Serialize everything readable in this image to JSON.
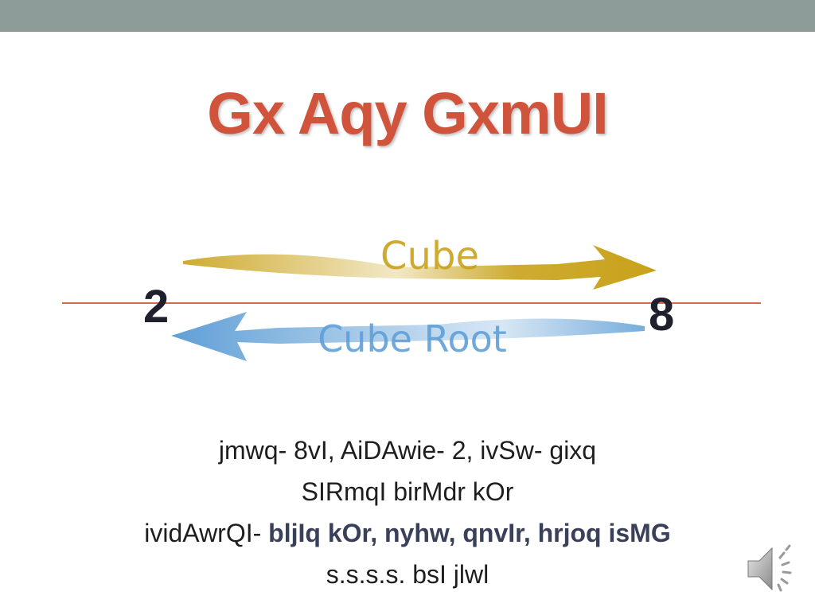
{
  "slide": {
    "title": "Gx Aqy GxmUI"
  },
  "graphic": {
    "forward_label": "Cube",
    "backward_label": "Cube Root",
    "left_number": "2",
    "right_number": "8",
    "forward_color": "#c9a21a",
    "backward_color": "#5f9fd6",
    "line_color": "#d86a4a"
  },
  "body": {
    "line1": "jmwq- 8vI, AiDAwie- 2, ivSw- gixq",
    "line2": "SIRmqI birMdr kOr",
    "line3_prefix": "ividAwrQI- ",
    "line3_bold": "bljIq kOr, nyhw, qnvIr, hrjoq isMG",
    "line4": "s.s.s.s. bsI jlwl"
  },
  "icons": {
    "audio": "speaker-icon"
  }
}
